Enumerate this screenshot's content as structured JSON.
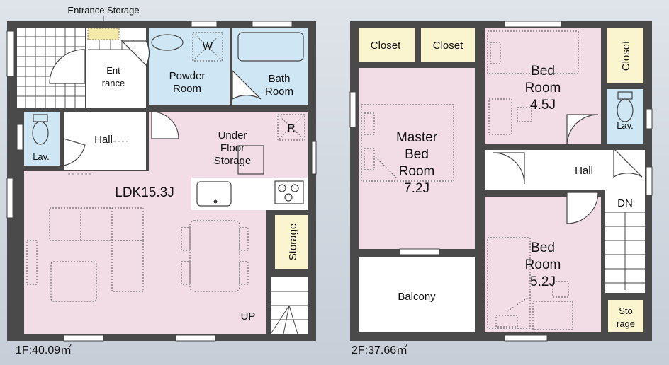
{
  "floor1": {
    "entrance_storage": "Entrance Storage",
    "entrance_line1": "Ent",
    "entrance_line2": "rance",
    "powder_room_line1": "Powder",
    "powder_room_line2": "Room",
    "washer": "W",
    "bath_room_line1": "Bath",
    "bath_room_line2": "Room",
    "lav": "Lav.",
    "hall": "Hall",
    "under_floor_line1": "Under",
    "under_floor_line2": "Floor",
    "under_floor_line3": "Storage",
    "fridge": "R",
    "ldk": "LDK15.3J",
    "storage": "Storage",
    "up": "UP",
    "area": "1F:40.09㎡"
  },
  "floor2": {
    "closet_1": "Closet",
    "closet_2": "Closet",
    "closet_3": "Closet",
    "master_line1": "Master",
    "master_line2": "Bed",
    "master_line3": "Room",
    "master_line4": "7.2J",
    "bed45_line1": "Bed",
    "bed45_line2": "Room",
    "bed45_line3": "4.5J",
    "lav": "Lav.",
    "hall": "Hall",
    "dn": "DN",
    "balcony": "Balcony",
    "bed52_line1": "Bed",
    "bed52_line2": "Room",
    "bed52_line3": "5.2J",
    "storage_line1": "Sto",
    "storage_line2": "rage",
    "area": "2F:37.66㎡"
  },
  "colors": {
    "wall": "#4a4a4a",
    "living": "#f2dde6",
    "wet_area": "#cfe6f4",
    "storage": "#fbf5cf",
    "background": "#d3d9e1"
  }
}
